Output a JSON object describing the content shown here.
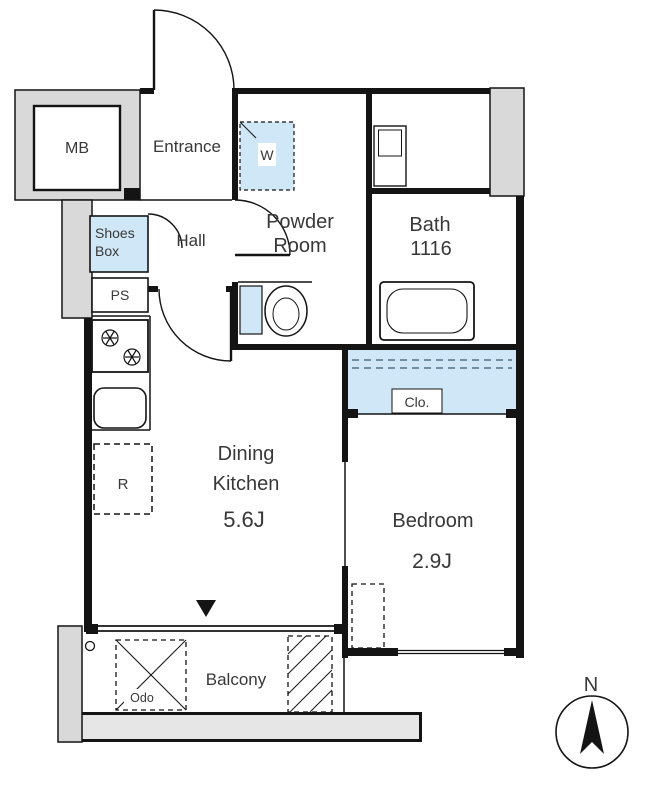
{
  "floorplan": {
    "labels": {
      "mb": "MB",
      "entrance": "Entrance",
      "washer": "W",
      "powder_room_line1": "Powder",
      "powder_room_line2": "Room",
      "bath_line1": "Bath",
      "bath_line2": "1116",
      "shoes_box_line1": "Shoes",
      "shoes_box_line2": "Box",
      "hall": "Hall",
      "ps": "PS",
      "dining_kitchen_line1": "Dining",
      "dining_kitchen_line2": "Kitchen",
      "dining_kitchen_size": "5.6J",
      "bedroom": "Bedroom",
      "bedroom_size": "2.9J",
      "closet": "Clo.",
      "refrigerator": "R",
      "balcony": "Balcony",
      "balcony_equipment": "Odo",
      "compass_north": "N"
    },
    "colors": {
      "wall_black": "#141414",
      "fixture_blue": "#cfe7f7",
      "exterior_gray": "#d9d9d9"
    }
  }
}
